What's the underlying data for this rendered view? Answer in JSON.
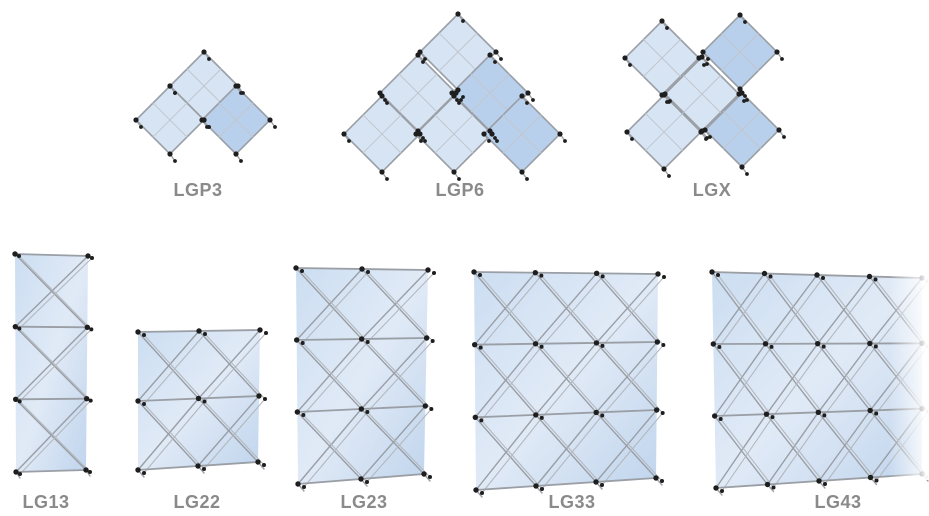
{
  "products": {
    "top": [
      {
        "id": "lgp3",
        "label": "LGP3"
      },
      {
        "id": "lgp6",
        "label": "LGP6"
      },
      {
        "id": "lgx",
        "label": "LGX"
      }
    ],
    "bottom": [
      {
        "id": "lg13",
        "label": "LG13"
      },
      {
        "id": "lg22",
        "label": "LG22"
      },
      {
        "id": "lg23",
        "label": "LG23"
      },
      {
        "id": "lg33",
        "label": "LG33"
      },
      {
        "id": "lg43",
        "label": "LG43"
      }
    ]
  },
  "colors": {
    "panel": "#d6e4f4",
    "panel_dark": "#b9d0ec",
    "frame": "#9a9ea5",
    "joint": "#1e1e1e",
    "label": "#8a8a8a"
  }
}
